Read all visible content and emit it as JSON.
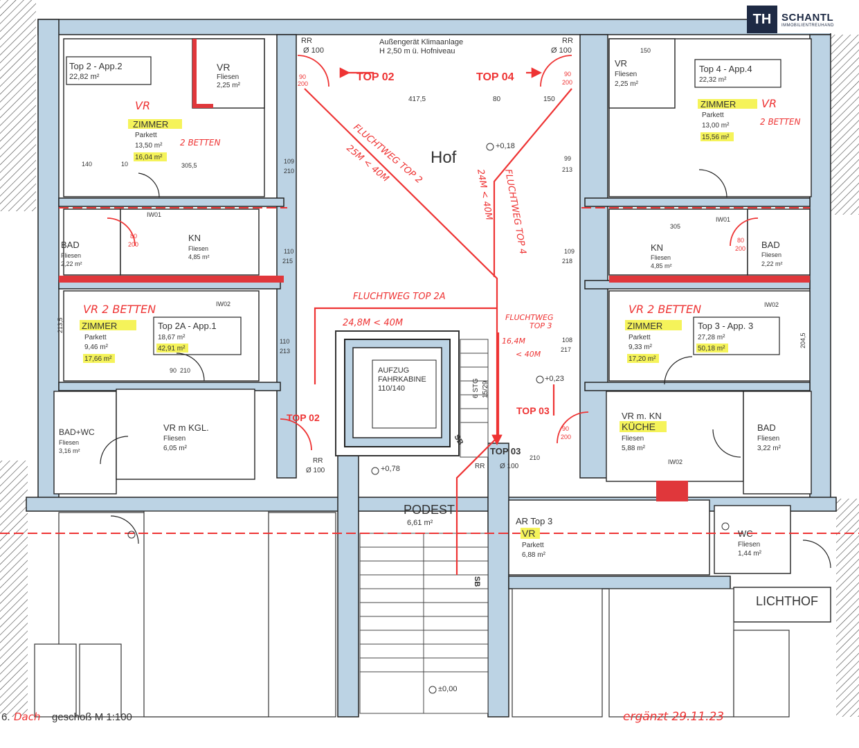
{
  "logo": {
    "mark": "TH",
    "name": "SCHANTL",
    "sub": "IMMOBILIENTREUHAND"
  },
  "header": {
    "ac_unit_line1": "Außengerät Klimaanlage",
    "ac_unit_line2": "H 2,50 m ü. Hofniveau",
    "rr_left": "RR",
    "rr_left_dia": "Ø 100",
    "rr_right": "RR",
    "rr_right_dia": "Ø 100",
    "top02_label": "TOP 02",
    "top04_label": "TOP 04",
    "dim_4175": "417,5",
    "dim_80": "80",
    "dim_150": "150"
  },
  "courtyard": {
    "label": "Hof",
    "level": "+0,18",
    "level2": "+0,23"
  },
  "escape": {
    "top2_line1": "FLUCHTWEG TOP 2",
    "top2_line2": "25M < 40M",
    "top4_line1": "FLUCHTWEG TOP 4",
    "top4_line2": "24M < 40M",
    "top2a_line1": "FLUCHTWEG TOP 2A",
    "top2a_line2": "24,8M < 40M",
    "top3_line1": "FLUCHTWEG",
    "top3_line2": "TOP 3",
    "top3_line3": "16,4M",
    "top3_line4": "< 40M"
  },
  "top2": {
    "title": "Top 2 - App.2",
    "area": "22,82 m²",
    "vr_name": "VR",
    "vr_floor": "Fliesen",
    "vr_area": "2,25 m²",
    "room_hw": "VR",
    "room_name": "ZIMMER",
    "room_floor": "Parkett",
    "room_area": "13,50 m²",
    "room_area2": "16,04 m²",
    "room_note": "2 BETTEN",
    "door_90": "90",
    "door_200": "200",
    "d80": "80",
    "d200": "200",
    "dim_140": "140",
    "dim_10": "10",
    "dim_3055": "305,5",
    "dim_109": "109",
    "dim_210": "210"
  },
  "top2a": {
    "bad_name": "BAD",
    "bad_floor": "Fliesen",
    "bad_area": "2,22 m²",
    "kn_name": "KN",
    "kn_floor": "Fliesen",
    "kn_area": "4,85 m²",
    "iw01": "IW01",
    "iw02": "IW02",
    "zimmer_hw": "VR 2 BETTEN",
    "zimmer_name": "ZIMMER",
    "zimmer_floor": "Parkett",
    "zimmer_area": "9,46 m²",
    "zimmer_area2": "17,66 m²",
    "title": "Top 2A - App.1",
    "area": "18,67 m²",
    "area2": "42,91 m²",
    "badwc_name": "BAD+WC",
    "badwc_floor": "Fliesen",
    "badwc_area": "3,16 m²",
    "vrkgl_name": "VR m KGL.",
    "vrkgl_floor": "Fliesen",
    "vrkgl_area": "6,05 m²",
    "dim_110": "110",
    "dim_215": "215",
    "dim_213": "213",
    "dim_2135": "213,5",
    "d80": "80",
    "d200": "200",
    "d90": "90",
    "d210": "210",
    "top02_door": "TOP 02",
    "rr": "RR",
    "rr_dia": "Ø 100"
  },
  "top4": {
    "title": "Top 4 - App.4",
    "area": "22,32 m²",
    "vr_name": "VR",
    "vr_floor": "Fliesen",
    "vr_area": "2,25 m²",
    "room_name": "ZIMMER",
    "room_hw": "VR",
    "room_floor": "Parkett",
    "room_area": "13,00 m²",
    "room_area2": "15,56 m²",
    "room_note": "2 BETTEN",
    "dim_150": "150",
    "dim_99": "99",
    "dim_213": "213",
    "d90": "90",
    "d200": "200"
  },
  "top3": {
    "kn_name": "KN",
    "kn_floor": "Fliesen",
    "kn_area": "4,85 m²",
    "bad_name": "BAD",
    "bad_floor": "Fliesen",
    "bad_area": "2,22 m²",
    "iw01": "IW01",
    "iw02": "IW02",
    "zimmer_hw": "VR 2 BETTEN",
    "zimmer_name": "ZIMMER",
    "zimmer_floor": "Parkett",
    "zimmer_area": "9,33 m²",
    "zimmer_area2": "17,20 m²",
    "title": "Top 3 - App. 3",
    "area": "27,28 m²",
    "area2": "50,18 m²",
    "vr_name": "VR m. KN",
    "kuche": "KÜCHE",
    "vr_floor": "Fliesen",
    "vr_area": "5,88 m²",
    "bad2_name": "BAD",
    "bad2_floor": "Fliesen",
    "bad2_area": "3,22 m²",
    "ar_name": "AR Top 3",
    "ar_vr": "VR",
    "ar_floor": "Parkett",
    "ar_area": "6,88 m²",
    "wc_name": "WC",
    "wc_floor": "Fliesen",
    "wc_area": "1,44 m²",
    "top03_label": "TOP 03",
    "top03_label2": "TOP 03",
    "dim_305": "305",
    "dim_109": "109",
    "dim_218": "218",
    "dim_108": "108",
    "dim_217": "217",
    "dim_2045": "204,5",
    "d80": "80",
    "d200": "200",
    "d90": "90",
    "d210": "210",
    "rr": "RR",
    "rr_dia": "Ø 100"
  },
  "core": {
    "lift_line1": "AUFZUG",
    "lift_line2": "FAHRKABINE",
    "lift_line3": "110/140",
    "stairs": "6 STG",
    "stairs_dim": "15/29",
    "podest": "PODEST",
    "podest_area": "6,61 m²",
    "level_podest": "+0,78",
    "level_ground": "±0,00",
    "sb1": "SB",
    "sb2": "SB",
    "lichthof": "LICHTHOF"
  },
  "footer": {
    "title": "6. Dachgeschoß M 1:100",
    "title_prefix": "6.",
    "title_main": "geschoß M 1:100",
    "revision": "ergänzt 29.11.23"
  }
}
